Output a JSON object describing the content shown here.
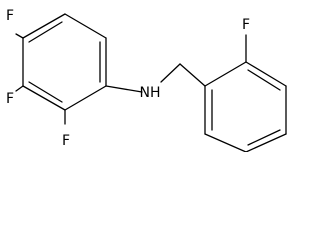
{
  "structure": {
    "atom_labels": {
      "f1": "F",
      "f2": "F",
      "f3": "F",
      "f4": "F",
      "nh": "NH"
    },
    "colors": {
      "bond": "#000000",
      "label": "#000000",
      "background": "#ffffff"
    }
  }
}
